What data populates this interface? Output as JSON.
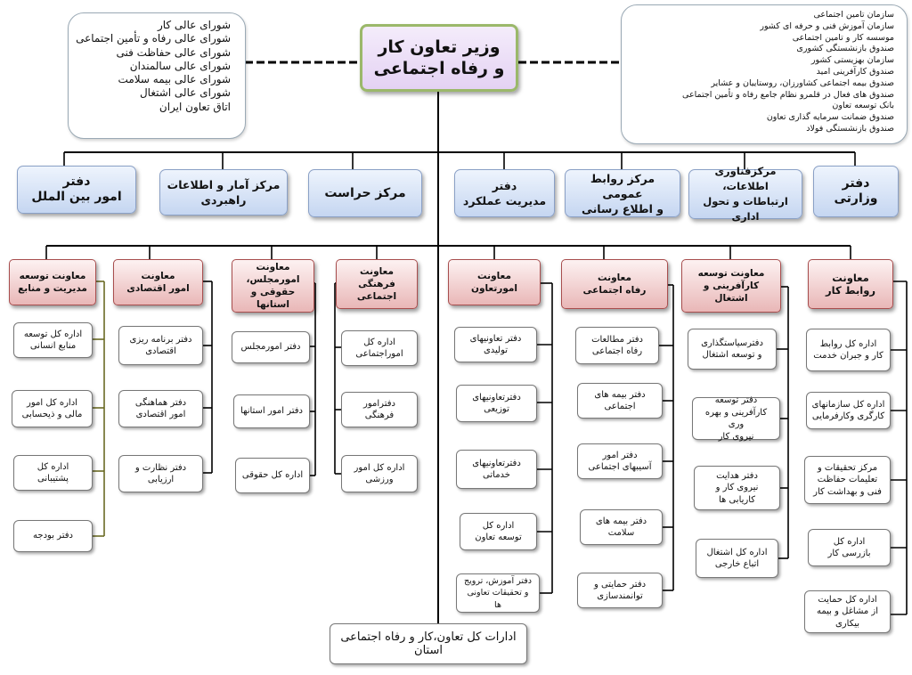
{
  "minister": "وزیر تعاون کار\nو رفاه اجتماعی",
  "left_councils": [
    "شورای عالی کار",
    "شورای عالی رفاه و تأمین اجتماعی",
    "شورای عالی حفاظت فنی",
    "شورای عالی سالمندان",
    "شورای عالی بیمه سلامت",
    "شورای عالی اشتغال",
    "اتاق تعاون ایران"
  ],
  "right_organizations": [
    "سازمان تامین اجتماعی",
    "سازمان آموزش فنی و حرفه ای کشور",
    "موسسه کار و تامین اجتماعی",
    "صندوق بازنشستگی کشوری",
    "سازمان بهزیستی کشور",
    "صندوق کارآفرینی امید",
    "صندوق بیمه اجتماعی کشاورزان، روستاییان و عشایر",
    "صندوق های فعال در قلمرو نظام جامع رفاه و تأمین اجتماعی",
    "بانک توسعه تعاون",
    "صندوق ضمانت سرمایه گذاری تعاون",
    "صندوق بازنشستگی فولاد"
  ],
  "offices": [
    "دفتر وزارتی",
    "مرکزفناوری اطلاعات،\nارتباطات و تحول اداری",
    "مرکز روابط عمومی\nو اطلاع رسانی",
    "دفتر\nمدیریت عملکرد",
    "مرکز حراست",
    "مرکز آمار و اطلاعات\nراهبردی",
    "دفتر\nامور بین الملل"
  ],
  "deputies": [
    {
      "title": "معاونت\nروابط کار",
      "units": [
        "اداره کل روابط\nکار و جبران خدمت",
        "اداره کل سازمانهای\nکارگری وکارفرمایی",
        "مرکز تحقیقات و\nتعلیمات حفاظت\nفنی و بهداشت کار",
        "اداره کل\nبازرسی کار",
        "اداره کل حمایت\nاز مشاغل و بیمه\nبیکاری"
      ]
    },
    {
      "title": "معاونت توسعه\nکارآفرینی و اشتغال",
      "units": [
        "دفترسیاستگذاری\nو توسعه اشتغال",
        "دفتر توسعه\nکارآفرینی و بهره وری\nنیروی کار",
        "دفتر هدایت\nنیروی کار و\nکاریابی ها",
        "اداره کل اشتغال\nاتباع خارجی"
      ]
    },
    {
      "title": "معاونت\nرفاه اجتماعی",
      "units": [
        "دفتر مطالعات\nرفاه اجتماعی",
        "دفتر بیمه های\nاجتماعی",
        "دفتر امور\nآسیبهای اجتماعی",
        "دفتر بیمه های\nسلامت",
        "دفتر حمایتی و\nتوانمندسازی"
      ]
    },
    {
      "title": "معاونت\nامورتعاون",
      "units": [
        "دفتر تعاونیهای\nتولیدی",
        "دفترتعاونیهای\nتوزیعی",
        "دفترتعاونیهای\nخدماتی",
        "اداره کل\nتوسعه تعاون",
        "دفتر آموزش، ترویج\nو تحقیقات تعاونی\nها"
      ]
    },
    {
      "title": "معاونت فرهنگی\nاجتماعی",
      "units": [
        "اداره کل\nاموراجتماعی",
        "دفترامور\nفرهنگی",
        "اداره کل امور\nورزشی"
      ]
    },
    {
      "title": "معاونت\nامورمجلس،\nحقوقی و استانها",
      "units": [
        "دفتر امورمجلس",
        "دفتر امور استانها",
        "اداره کل حقوقی"
      ]
    },
    {
      "title": "معاونت\nامور اقتصادی",
      "units": [
        "دفتر برنامه ریزی\nاقتصادی",
        "دفتر هماهنگی\nامور اقتصادی",
        "دفتر نظارت و\nارزیابی"
      ]
    },
    {
      "title": "معاونت توسعه\nمدیریت و منابع",
      "units": [
        "اداره کل توسعه\nمنابع انسانی",
        "اداره کل امور\nمالی و ذیحسابی",
        "اداره کل\nپشتیبانی",
        "دفتر بودجه"
      ]
    }
  ],
  "provincial": "ادارات کل تعاون،کار و رفاه اجتماعی استان"
}
